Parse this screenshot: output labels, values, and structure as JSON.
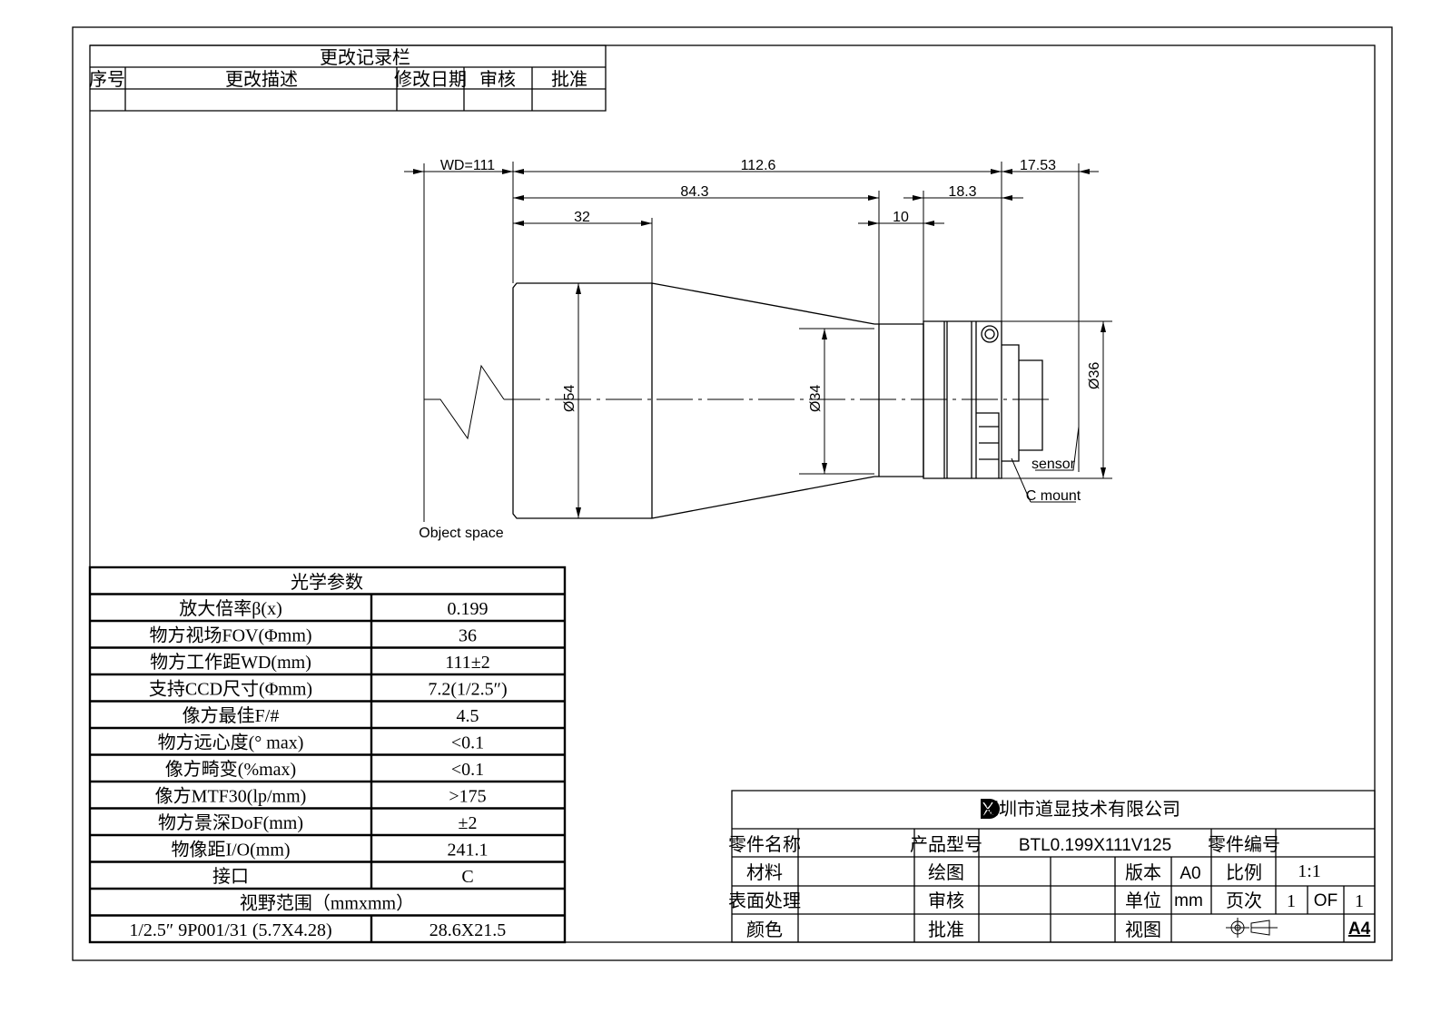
{
  "revision_table": {
    "title": "更改记录栏",
    "headers": [
      "序号",
      "更改描述",
      "修改日期",
      "审核",
      "批准"
    ]
  },
  "drawing": {
    "dimensions": {
      "wd": "WD=111",
      "total_length": "112.6",
      "back_focus": "17.53",
      "body_length": "84.3",
      "rear_length": "18.3",
      "front_length": "32",
      "ring_length": "10",
      "front_diameter": "Ø54",
      "mid_diameter": "Ø34",
      "rear_diameter": "Ø36"
    },
    "labels": {
      "object_space": "Object space",
      "sensor": "sensor",
      "c_mount": "C mount"
    }
  },
  "optical_params": {
    "title": "光学参数",
    "rows": [
      {
        "label": "放大倍率β(x)",
        "value": "0.199"
      },
      {
        "label": "物方视场FOV(Φmm)",
        "value": "36"
      },
      {
        "label": "物方工作距WD(mm)",
        "value": "111±2"
      },
      {
        "label": "支持CCD尺寸(Φmm)",
        "value": "7.2(1/2.5″)"
      },
      {
        "label": "像方最佳F/#",
        "value": "4.5"
      },
      {
        "label": "物方远心度(° max)",
        "value": "<0.1"
      },
      {
        "label": "像方畸变(%max)",
        "value": "<0.1"
      },
      {
        "label": "像方MTF30(lp/mm)",
        "value": ">175"
      },
      {
        "label": "物方景深DoF(mm)",
        "value": "±2"
      },
      {
        "label": "物像距I/O(mm)",
        "value": "241.1"
      },
      {
        "label": "接口",
        "value": "C"
      }
    ],
    "fov_title": "视野范围（mmxmm）",
    "fov_row": {
      "label": "1/2.5″ 9P001/31 (5.7X4.28)",
      "value": "28.6X21.5"
    }
  },
  "title_block": {
    "company": "深圳市道显技术有限公司",
    "part_name_label": "零件名称",
    "product_model_label": "产品型号",
    "product_model": "BTL0.199X111V125",
    "part_number_label": "零件编号",
    "material_label": "材料",
    "drawn_label": "绘图",
    "version_label": "版本",
    "version": "A0",
    "scale_label": "比例",
    "scale": "1:1",
    "surface_label": "表面处理",
    "review_label": "审核",
    "unit_label": "单位",
    "unit": "mm",
    "page_label": "页次",
    "page": "1",
    "of": "OF",
    "pages": "1",
    "color_label": "颜色",
    "approve_label": "批准",
    "view_label": "视图",
    "sheet_size": "A4"
  }
}
